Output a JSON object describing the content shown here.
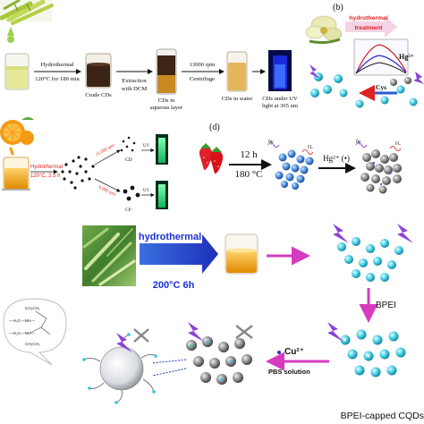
{
  "panel_a": {
    "step1": "Hydrothermal",
    "step1_cond": "120°C for 180 min",
    "crude": "Crude CDs",
    "step2a": "Extraction",
    "step2b": "with DCM",
    "aq_a": "CDs in",
    "aq_b": "aqueous layer",
    "step3a": "13000 rpm",
    "step3b": "Centrifuge",
    "water": "CDs in water",
    "uv_a": "CDs under UV",
    "uv_b": "light at 365 nm"
  },
  "panel_b": {
    "label": "(b)",
    "treat_a": "hydrothermal",
    "treat_b": "treatment",
    "hg": "Hg²⁺",
    "cys": "Cys"
  },
  "panel_c": {
    "hydro": "Hydrothermal",
    "cond": "120°C, 2.5 h",
    "rpm1": "11,000 rpm",
    "rpm2": "6,000 rpm",
    "cd": "CD",
    "cp": "CP",
    "uv1": "UV",
    "uv2": "UV"
  },
  "panel_d": {
    "label": "(d)",
    "time": "12 h",
    "temp": "180 °C",
    "hv1": "hγ",
    "fl1": "FL",
    "hg": "Hg²⁺ (•)",
    "hv2": "hγ",
    "fl2": "FL"
  },
  "panel_e": {
    "hydro": "hydrothermal",
    "cond": "200°C 6h",
    "bpei": "BPEI",
    "cu": "Cu²⁺",
    "pbs": "PBS solution",
    "capped": "BPEI-capped CQDs"
  },
  "chem": {
    "l1": "CH₂CH₂",
    "l2": "—H₂C—NH—",
    "l3": "—H₂C—NH—",
    "l4": "CH₂CH₂"
  },
  "colors": {
    "arrow_blue": "#2f49c9",
    "arrow_magenta": "#d53bbf",
    "dot_cyan": "#33c6df",
    "dot_gray": "#6b6b6b",
    "lightning": "#8c43d9",
    "hydro_text": "#1c2fd6",
    "orange": "#f29a1a",
    "uv_green": "#2bd96c"
  }
}
